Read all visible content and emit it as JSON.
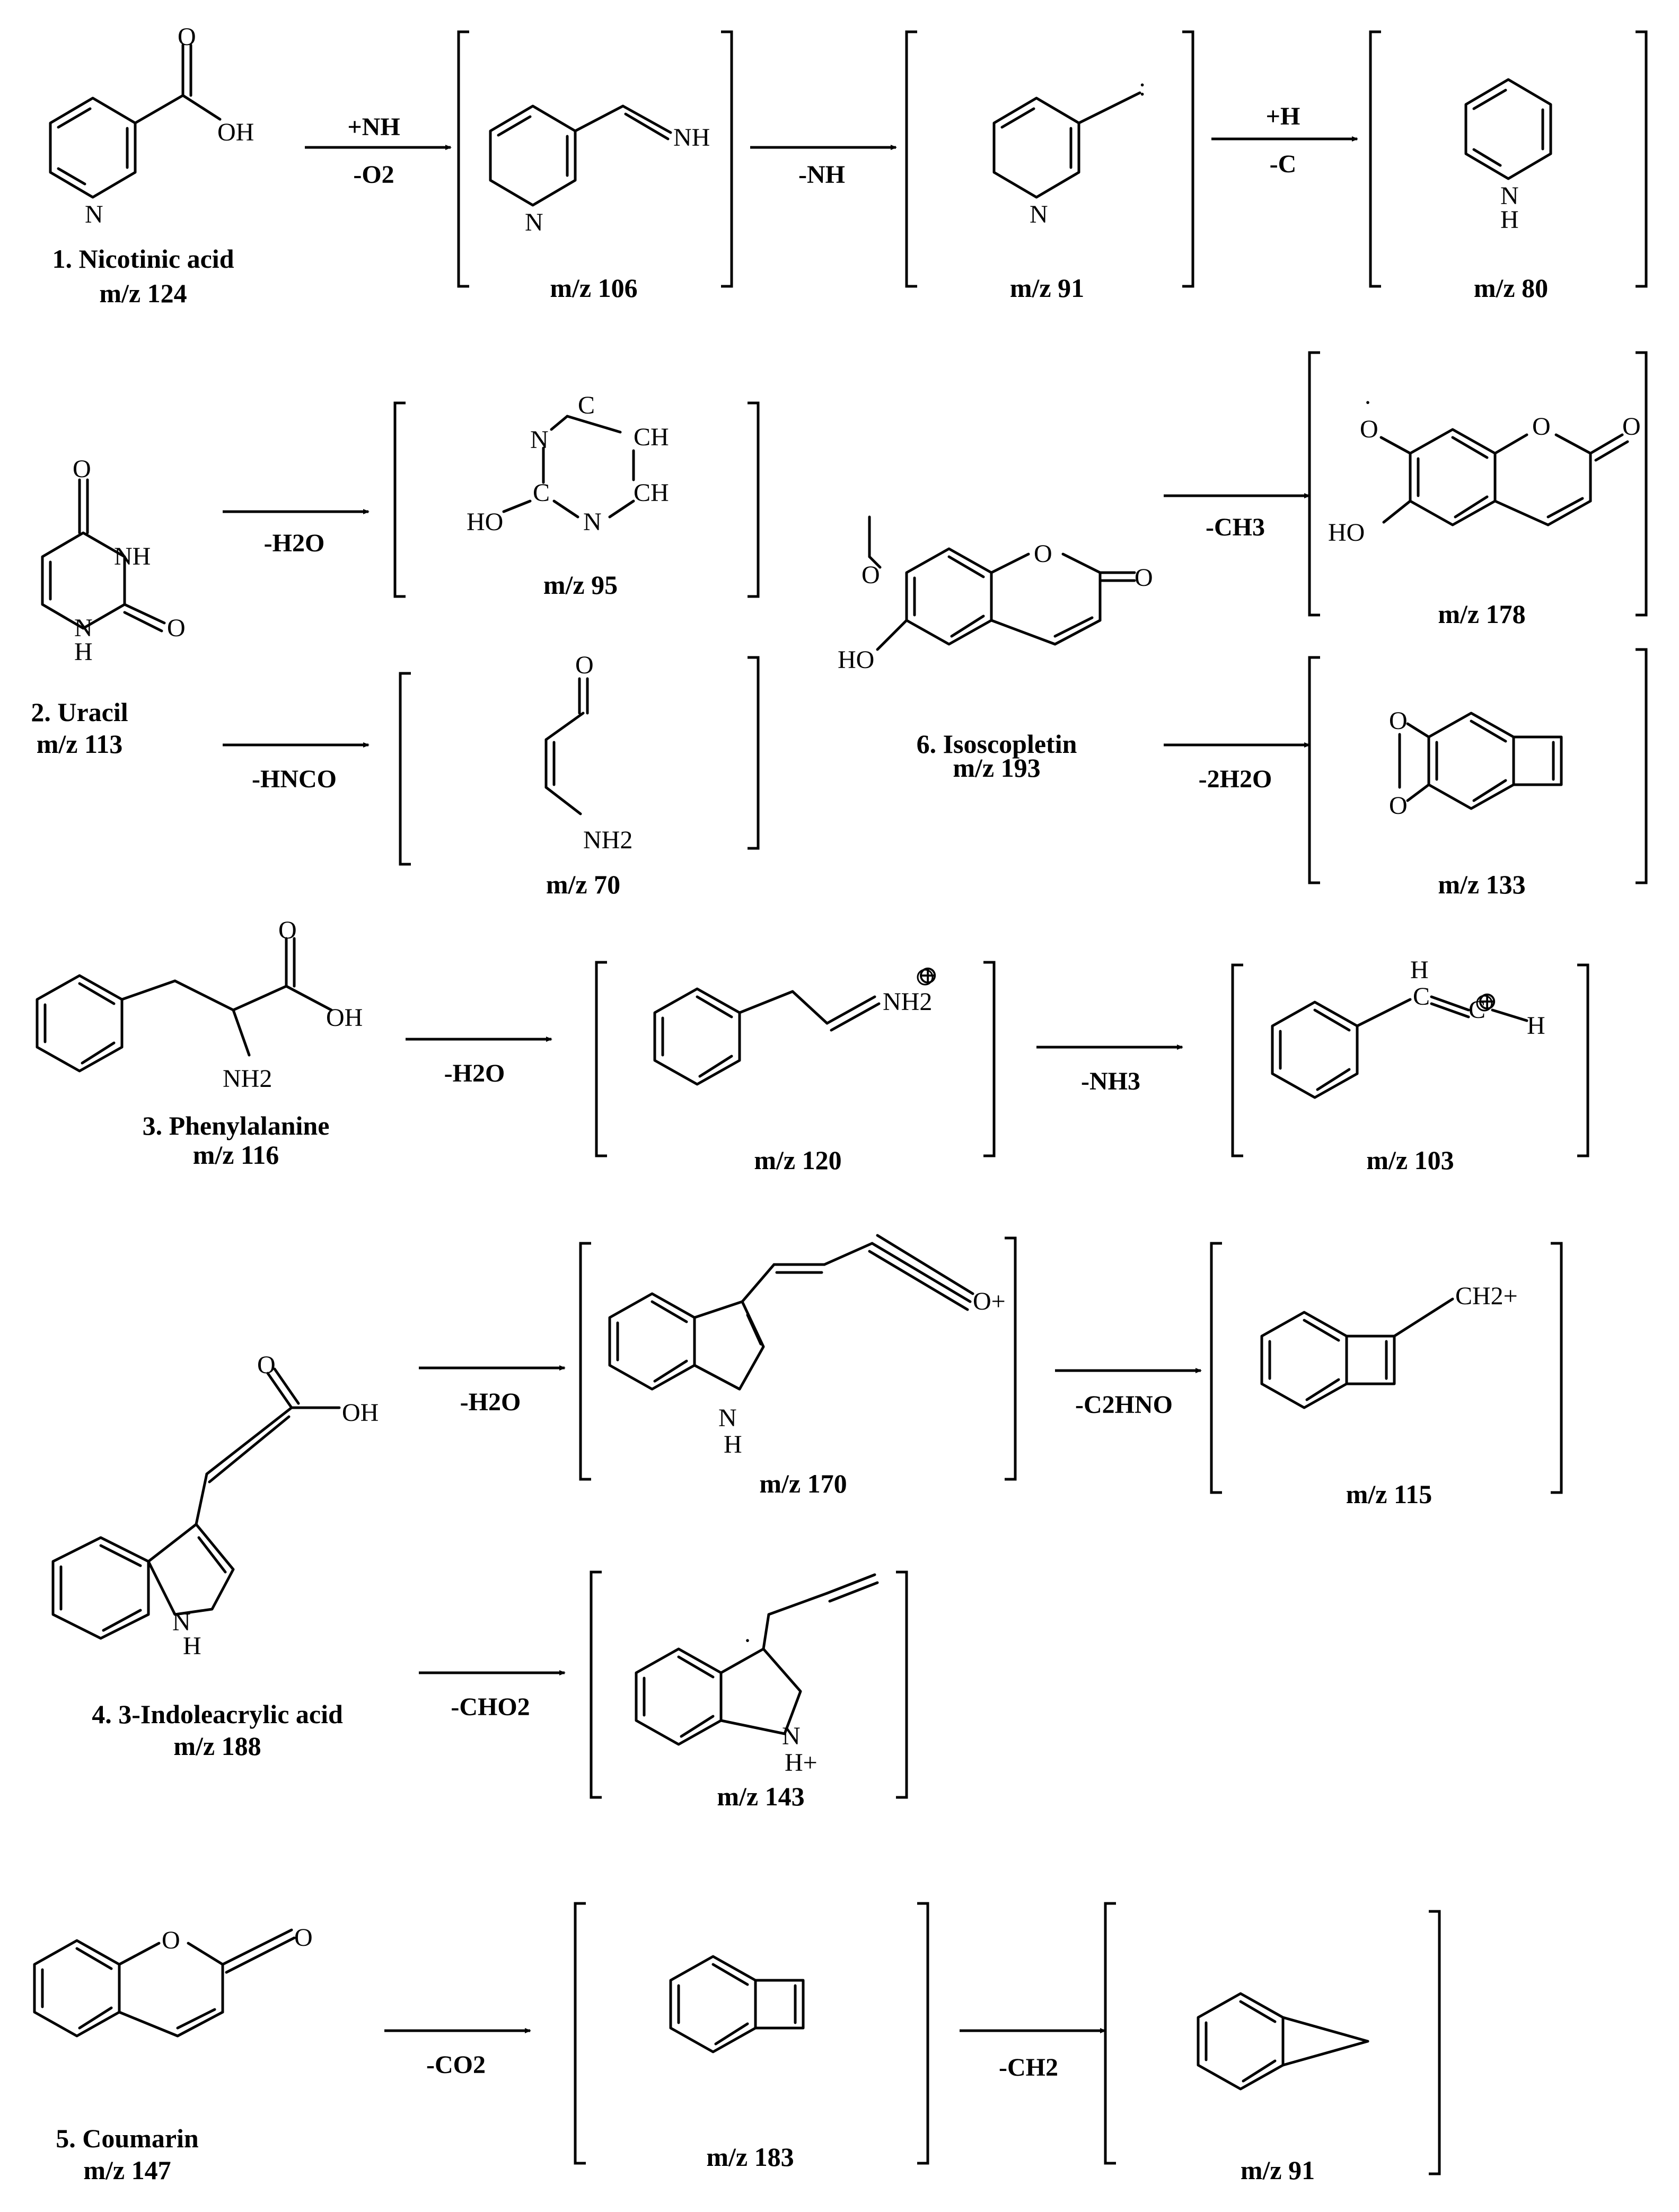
{
  "compounds": [
    {
      "id": "c1",
      "name": "1. Nicotinic acid",
      "mz": "m/z 124"
    },
    {
      "id": "c2",
      "name": "2. Uracil",
      "mz": "m/z 113"
    },
    {
      "id": "c3",
      "name": "3. Phenylalanine",
      "mz": "m/z 116"
    },
    {
      "id": "c4",
      "name": "4. 3-Indoleacrylic acid",
      "mz": "m/z 188"
    },
    {
      "id": "c5",
      "name": "5. Coumarin",
      "mz": "m/z 147"
    },
    {
      "id": "c6",
      "name": "6. Isoscopletin",
      "mz": "m/z 193"
    }
  ],
  "fragments": [
    {
      "id": "f106",
      "mz": "m/z 106"
    },
    {
      "id": "f91a",
      "mz": "m/z 91"
    },
    {
      "id": "f80",
      "mz": "m/z 80"
    },
    {
      "id": "f95",
      "mz": "m/z 95"
    },
    {
      "id": "f70",
      "mz": "m/z 70"
    },
    {
      "id": "f178",
      "mz": "m/z 178"
    },
    {
      "id": "f133",
      "mz": "m/z 133"
    },
    {
      "id": "f120",
      "mz": "m/z 120"
    },
    {
      "id": "f103",
      "mz": "m/z 103"
    },
    {
      "id": "f170",
      "mz": "m/z 170"
    },
    {
      "id": "f115",
      "mz": "m/z 115"
    },
    {
      "id": "f143",
      "mz": "m/z 143"
    },
    {
      "id": "f183",
      "mz": "m/z 183"
    },
    {
      "id": "f91b",
      "mz": "m/z 91"
    }
  ],
  "reactions": [
    {
      "id": "r1a",
      "above": "+NH",
      "below": "-O2"
    },
    {
      "id": "r1b",
      "above": "",
      "below": "-NH"
    },
    {
      "id": "r1c",
      "above": "+H",
      "below": "-C"
    },
    {
      "id": "r2a",
      "above": "",
      "below": "-H2O"
    },
    {
      "id": "r2b",
      "above": "",
      "below": "-HNCO"
    },
    {
      "id": "r6a",
      "above": "",
      "below": "-CH3"
    },
    {
      "id": "r6b",
      "above": "",
      "below": "-2H2O"
    },
    {
      "id": "r3a",
      "above": "",
      "below": "-H2O"
    },
    {
      "id": "r3b",
      "above": "",
      "below": "-NH3"
    },
    {
      "id": "r4a",
      "above": "",
      "below": "-H2O"
    },
    {
      "id": "r4b",
      "above": "",
      "below": "-C2HNO"
    },
    {
      "id": "r4c",
      "above": "",
      "below": "-CHO2"
    },
    {
      "id": "r5a",
      "above": "",
      "below": "-CO2"
    },
    {
      "id": "r5b",
      "above": "",
      "below": "-CH2"
    }
  ],
  "atoms": {
    "O": "O",
    "OH": "OH",
    "HO": "HO",
    "N": "N",
    "NH": "NH",
    "H": "H",
    "NH2": "NH2",
    "C": "C",
    "CH": "CH",
    "NH2plus": "NH2",
    "Cplus": "C",
    "Oplus": "O+",
    "CH2plus": "CH2+",
    "Hplus": "H+",
    "radical_dot": "·",
    "carbene_dots": ":",
    "plus_circle": "⊕"
  }
}
